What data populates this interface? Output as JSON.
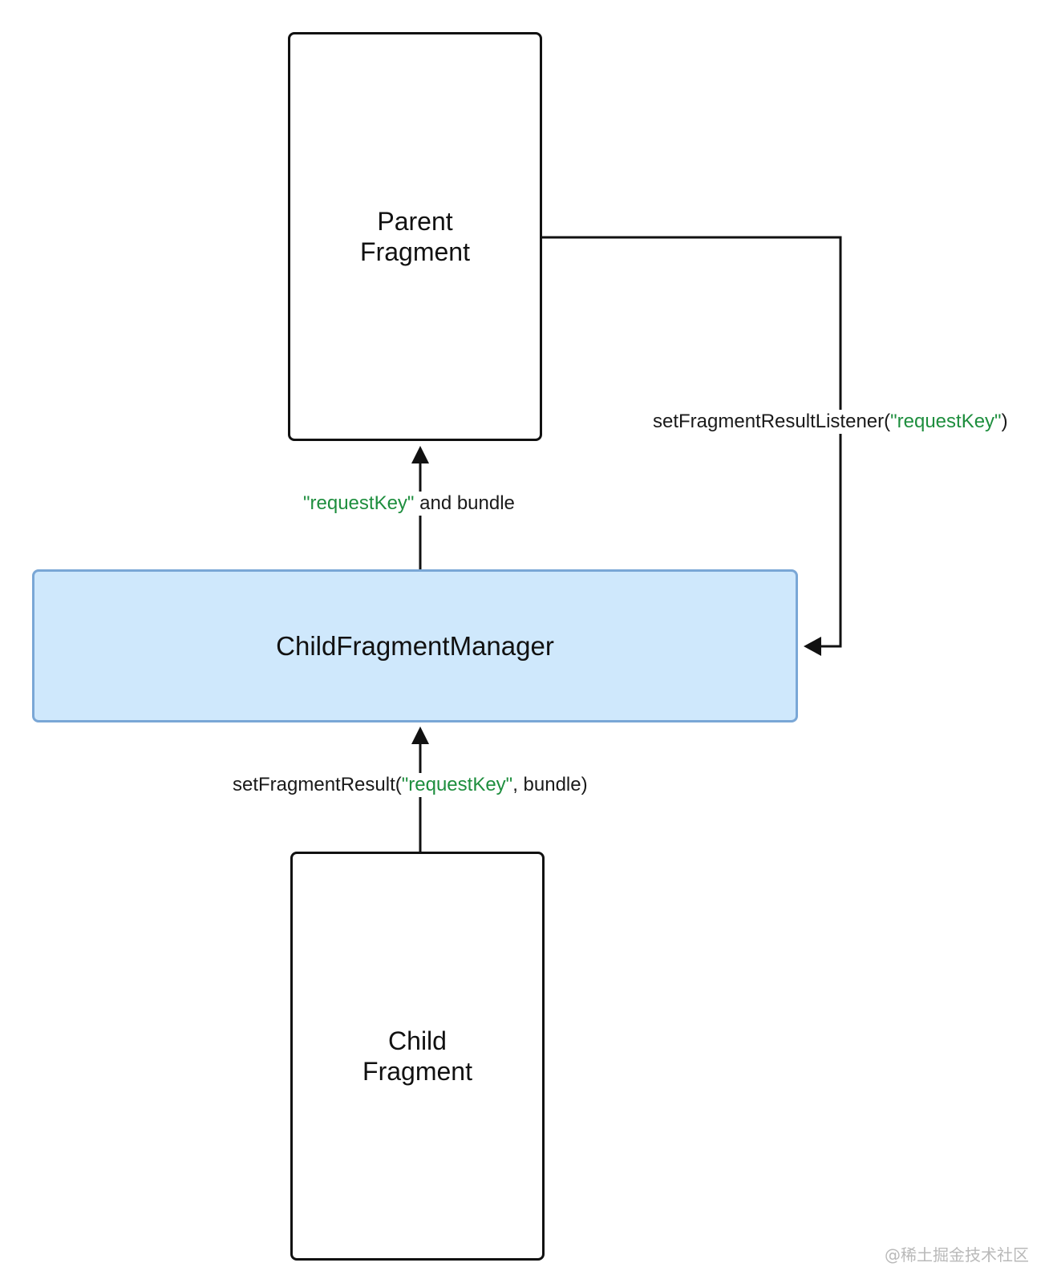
{
  "nodes": {
    "parent_fragment": {
      "line1": "Parent",
      "line2": "Fragment"
    },
    "child_fragment_manager": {
      "label": "ChildFragmentManager"
    },
    "child_fragment": {
      "line1": "Child",
      "line2": "Fragment"
    }
  },
  "edges": {
    "listener": {
      "prefix": "setFragmentResultListener(",
      "key": "\"requestKey\"",
      "suffix": ")"
    },
    "deliver": {
      "key": "\"requestKey\"",
      "suffix": " and bundle"
    },
    "set_result": {
      "prefix": "setFragmentResult(",
      "key": "\"requestKey\"",
      "suffix": ", bundle)"
    }
  },
  "colors": {
    "key_text": "#1e8e3e",
    "manager_fill": "#cfe8fc",
    "manager_border": "#7aa7d6",
    "line": "#111111"
  },
  "watermark": "@稀土掘金技术社区"
}
